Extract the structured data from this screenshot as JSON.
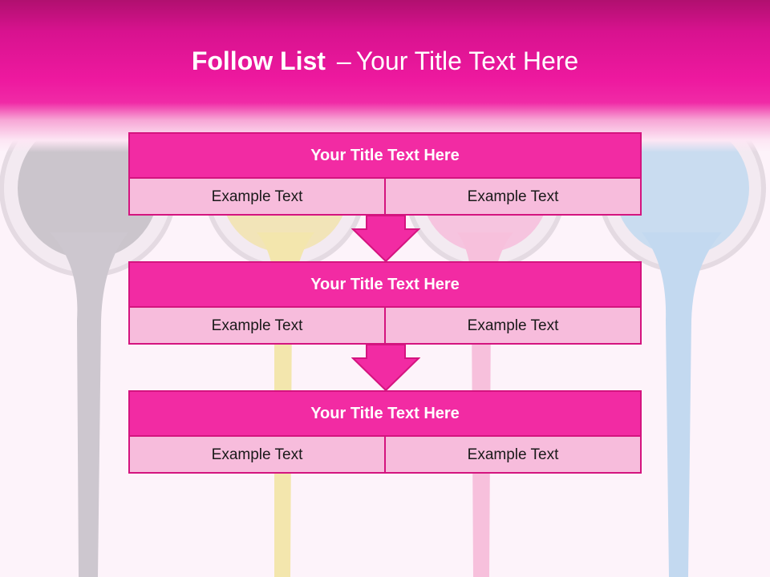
{
  "slide": {
    "title_bold": "Follow List",
    "title_sep": "–",
    "title_rest": "Your Title Text Here"
  },
  "steps": [
    {
      "title": "Your Title Text Here",
      "left": "Example Text",
      "right": "Example Text"
    },
    {
      "title": "Your Title Text Here",
      "left": "Example Text",
      "right": "Example Text"
    },
    {
      "title": "Your Title Text Here",
      "left": "Example Text",
      "right": "Example Text"
    }
  ],
  "colors": {
    "header": "#ee199f",
    "card_title": "#f22ba3",
    "card_body": "#f7bcdc",
    "border": "#d4147f"
  }
}
